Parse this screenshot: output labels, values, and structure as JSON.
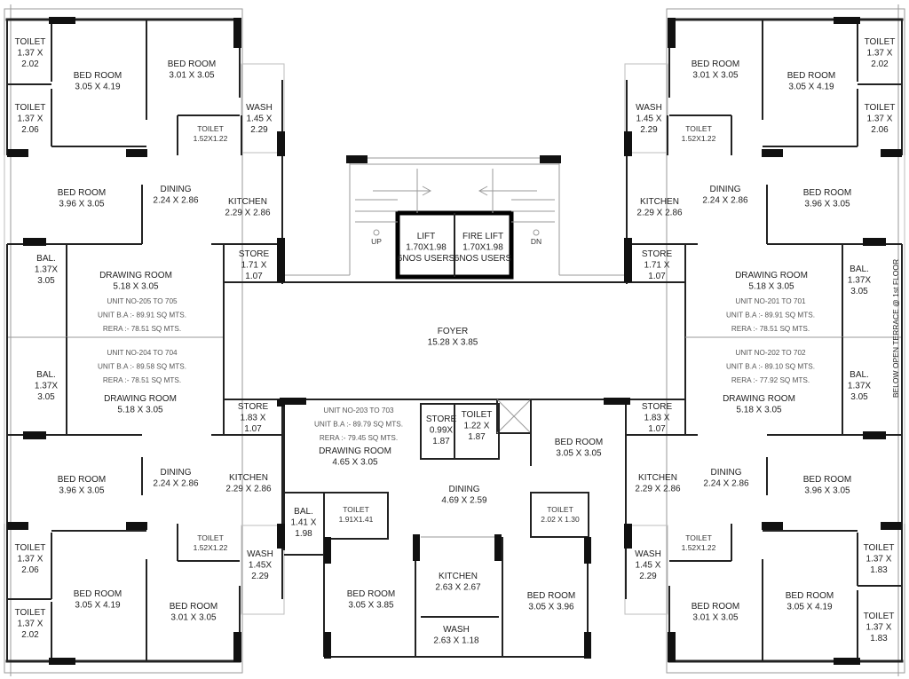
{
  "plan": {
    "labels": {
      "t_l_toilet1": [
        "TOILET",
        "1.37 X",
        "2.02"
      ],
      "t_l_toilet2": [
        "TOILET",
        "1.37 X",
        "2.06"
      ],
      "t_l_bed1": [
        "BED ROOM",
        "3.05 X 4.19"
      ],
      "t_l_bed2": [
        "BED ROOM",
        "3.01 X 3.05"
      ],
      "t_l_wash": [
        "WASH",
        "1.45 X",
        "2.29"
      ],
      "t_l_toilet3": [
        "TOILET",
        "1.52X1.22"
      ],
      "t_l_bed3": [
        "BED ROOM",
        "3.96 X 3.05"
      ],
      "t_l_dining": [
        "DINING",
        "2.24 X 2.86"
      ],
      "t_l_kitchen": [
        "KITCHEN",
        "2.29 X 2.86"
      ],
      "t_l_bal": [
        "BAL.",
        "1.37X",
        "3.05"
      ],
      "t_l_drawing": [
        "DRAWING ROOM",
        "5.18 X 3.05"
      ],
      "t_l_store": [
        "STORE",
        "1.71 X",
        "1.07"
      ],
      "t_l_unit": [
        "UNIT NO-205 TO 705",
        "UNIT B.A :- 89.91 SQ MTS.",
        "RERA :- 78.51 SQ MTS."
      ],
      "b_l_unit": [
        "UNIT NO-204 TO 704",
        "UNIT B.A :- 89.58 SQ MTS.",
        "RERA :- 78.51 SQ MTS."
      ],
      "b_l_bal": [
        "BAL.",
        "1.37X",
        "3.05"
      ],
      "b_l_drawing": [
        "DRAWING ROOM",
        "5.18 X 3.05"
      ],
      "b_l_store": [
        "STORE",
        "1.83 X",
        "1.07"
      ],
      "b_l_bed3": [
        "BED ROOM",
        "3.96 X 3.05"
      ],
      "b_l_dining": [
        "DINING",
        "2.24 X 2.86"
      ],
      "b_l_kitchen": [
        "KITCHEN",
        "2.29 X 2.86"
      ],
      "b_l_toilet3": [
        "TOILET",
        "1.52X1.22"
      ],
      "b_l_wash": [
        "WASH",
        "1.45X",
        "2.29"
      ],
      "b_l_toilet2": [
        "TOILET",
        "1.37 X",
        "2.06"
      ],
      "b_l_bed1": [
        "BED ROOM",
        "3.05 X 4.19"
      ],
      "b_l_bed2": [
        "BED ROOM",
        "3.01 X 3.05"
      ],
      "b_l_toilet1": [
        "TOILET",
        "1.37 X",
        "2.02"
      ],
      "c_lift": [
        "LIFT",
        "1.70X1.98",
        "6NOS USERS"
      ],
      "c_firelift": [
        "FIRE LIFT",
        "1.70X1.98",
        "6NOS USERS"
      ],
      "c_up": [
        "UP"
      ],
      "c_dn": [
        "DN"
      ],
      "c_foyer": [
        "FOYER",
        "15.28 X 3.85"
      ],
      "c_unit": [
        "UNIT NO-203 TO 703",
        "UNIT B.A :- 89.79 SQ MTS.",
        "RERA :- 79.45 SQ MTS."
      ],
      "c_drawing": [
        "DRAWING ROOM",
        "4.65 X 3.05"
      ],
      "c_store": [
        "STORE",
        "0.99X",
        "1.87"
      ],
      "c_toilet1": [
        "TOILET",
        "1.22 X",
        "1.87"
      ],
      "c_bed1": [
        "BED ROOM",
        "3.05 X 3.05"
      ],
      "c_dining": [
        "DINING",
        "4.69 X 2.59"
      ],
      "c_bal": [
        "BAL.",
        "1.41 X",
        "1.98"
      ],
      "c_toilet2": [
        "TOILET",
        "1.91X1.41"
      ],
      "c_toilet3": [
        "TOILET",
        "2.02 X 1.30"
      ],
      "c_bed2": [
        "BED ROOM",
        "3.05 X 3.85"
      ],
      "c_kitchen": [
        "KITCHEN",
        "2.63 X 2.67"
      ],
      "c_wash": [
        "WASH",
        "2.63 X 1.18"
      ],
      "c_bed3": [
        "BED ROOM",
        "3.05 X 3.96"
      ],
      "t_r_toilet1": [
        "TOILET",
        "1.37 X",
        "2.02"
      ],
      "t_r_toilet2": [
        "TOILET",
        "1.37 X",
        "2.06"
      ],
      "t_r_bed1": [
        "BED ROOM",
        "3.05 X 4.19"
      ],
      "t_r_bed2": [
        "BED ROOM",
        "3.01 X 3.05"
      ],
      "t_r_wash": [
        "WASH",
        "1.45 X",
        "2.29"
      ],
      "t_r_toilet3": [
        "TOILET",
        "1.52X1.22"
      ],
      "t_r_kitchen": [
        "KITCHEN",
        "2.29 X 2.86"
      ],
      "t_r_dining": [
        "DINING",
        "2.24 X 2.86"
      ],
      "t_r_bed3": [
        "BED ROOM",
        "3.96 X 3.05"
      ],
      "t_r_store": [
        "STORE",
        "1.71 X",
        "1.07"
      ],
      "t_r_drawing": [
        "DRAWING ROOM",
        "5.18 X 3.05"
      ],
      "t_r_unit": [
        "UNIT NO-201 TO 701",
        "UNIT B.A :- 89.91 SQ MTS.",
        "RERA :- 78.51 SQ MTS."
      ],
      "t_r_bal": [
        "BAL.",
        "1.37X",
        "3.05"
      ],
      "b_r_unit": [
        "UNIT NO-202 TO 702",
        "UNIT B.A :- 89.10 SQ MTS.",
        "RERA :- 77.92 SQ MTS."
      ],
      "b_r_drawing": [
        "DRAWING ROOM",
        "5.18 X 3.05"
      ],
      "b_r_bal": [
        "BAL.",
        "1.37X",
        "3.05"
      ],
      "b_r_store": [
        "STORE",
        "1.83 X",
        "1.07"
      ],
      "b_r_kitchen": [
        "KITCHEN",
        "2.29 X 2.86"
      ],
      "b_r_dining": [
        "DINING",
        "2.24 X 2.86"
      ],
      "b_r_bed3": [
        "BED ROOM",
        "3.96 X 3.05"
      ],
      "b_r_toilet3": [
        "TOILET",
        "1.52X1.22"
      ],
      "b_r_wash": [
        "WASH",
        "1.45 X",
        "2.29"
      ],
      "b_r_toilet2": [
        "TOILET",
        "1.37 X",
        "1.83"
      ],
      "b_r_bed1": [
        "BED ROOM",
        "3.05 X 4.19"
      ],
      "b_r_bed2": [
        "BED ROOM",
        "3.01 X 3.05"
      ],
      "b_r_toilet1": [
        "TOILET",
        "1.37 X",
        "1.83"
      ]
    },
    "terrace_note": "BELOW OPEN TERRACE @ 1st FLOOR"
  }
}
